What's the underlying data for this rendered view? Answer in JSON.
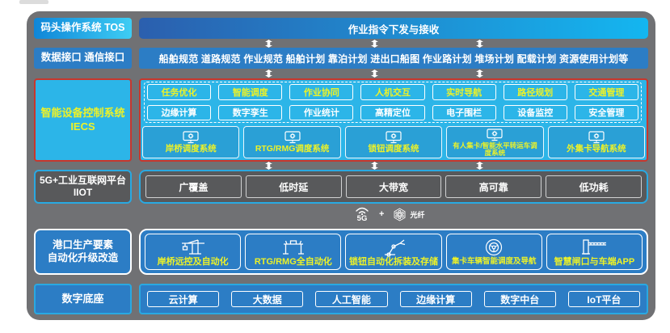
{
  "colors": {
    "panel_gray": "#707174",
    "cyan": "#2cb5e8",
    "red_border": "#c9362c",
    "blue": "#2c7dc5",
    "dark_gray": "#58595b",
    "cyan_border": "#29a9e2",
    "yellow": "#eef227",
    "bar_gradient": [
      "#2b5fae",
      "#14b6f0"
    ]
  },
  "tos": {
    "label": "码头操作系统 TOS",
    "bar": "作业指令下发与接收"
  },
  "interface": {
    "label": "数据接口  通信接口",
    "bar": "船舶规范 道路规范 作业规范 船舶计划 靠泊计划 进出口船图 作业路计划 堆场计划 配载计划 资源使用计划等"
  },
  "iecs": {
    "label_line1": "智能设备控制系统",
    "label_line2": "IECS",
    "cap_row1": [
      "任务优化",
      "智能调度",
      "作业协同",
      "人机交互",
      "实时导航",
      "路径规划",
      "交通管理"
    ],
    "cap_row2": [
      "边缘计算",
      "数字孪生",
      "作业统计",
      "高精定位",
      "电子围栏",
      "设备监控",
      "安全管理"
    ],
    "systems": [
      "岸桥调度系统",
      "RTG/RMG调度系统",
      "锁钮调度系统",
      "有人集卡/智能水平转运车调度系统",
      "外集卡导航系统"
    ]
  },
  "iiot": {
    "label_line1": "5G+工业互联网平台",
    "label_line2": "IIOT",
    "features": [
      "广覆盖",
      "低时延",
      "大带宽",
      "高可靠",
      "低功耗"
    ]
  },
  "network": {
    "g5": "5G",
    "plus": "+",
    "fiber": "光纤"
  },
  "upgrade": {
    "label_line1": "港口生产要素",
    "label_line2": "自动化升级改造",
    "items": [
      "岸桥远控及自动化",
      "RTG/RMG全自动化",
      "锁钮自动化拆装及存储",
      "集卡车辆智能调度及导航",
      "智慧闸口与车端APP"
    ]
  },
  "base": {
    "label": "数字底座",
    "items": [
      "云计算",
      "大数据",
      "人工智能",
      "边缘计算",
      "数字中台",
      "IoT平台"
    ]
  }
}
